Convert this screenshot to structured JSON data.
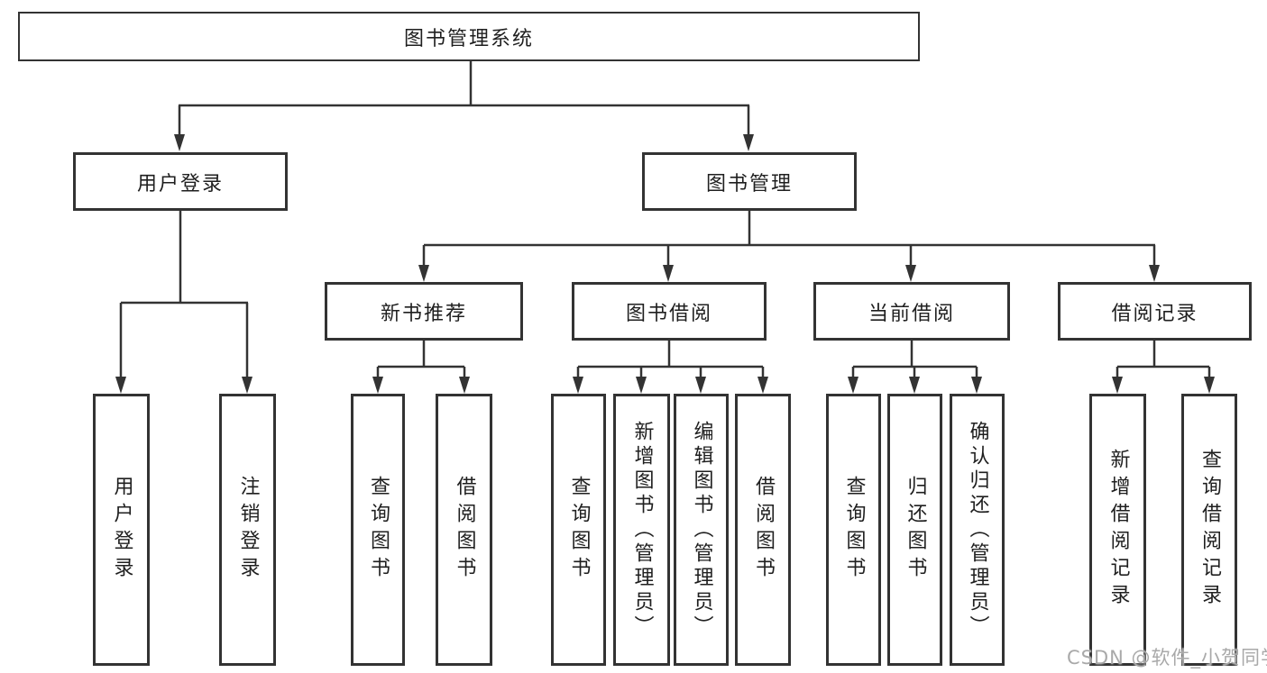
{
  "tree": {
    "root": {
      "label": "图书管理系统"
    },
    "branches": [
      {
        "label": "用户登录",
        "children": [
          {
            "label": "用户登录"
          },
          {
            "label": "注销登录"
          }
        ]
      },
      {
        "label": "图书管理",
        "children": [
          {
            "label": "新书推荐",
            "children": [
              {
                "label": "查询图书"
              },
              {
                "label": "借阅图书"
              }
            ]
          },
          {
            "label": "图书借阅",
            "children": [
              {
                "label": "查询图书"
              },
              {
                "label": "新增图书（管理员）"
              },
              {
                "label": "编辑图书（管理员）"
              },
              {
                "label": "借阅图书"
              }
            ]
          },
          {
            "label": "当前借阅",
            "children": [
              {
                "label": "查询图书"
              },
              {
                "label": "归还图书"
              },
              {
                "label": "确认归还（管理员）"
              }
            ]
          },
          {
            "label": "借阅记录",
            "children": [
              {
                "label": "新增借阅记录"
              },
              {
                "label": "查询借阅记录"
              }
            ]
          }
        ]
      }
    ]
  },
  "watermark": "CSDN @软件_小贺同学",
  "colors": {
    "line": "#333333",
    "box_border": "#333333",
    "text": "#1f1f1f",
    "watermark": "#a9a9a9",
    "background": "#ffffff"
  }
}
